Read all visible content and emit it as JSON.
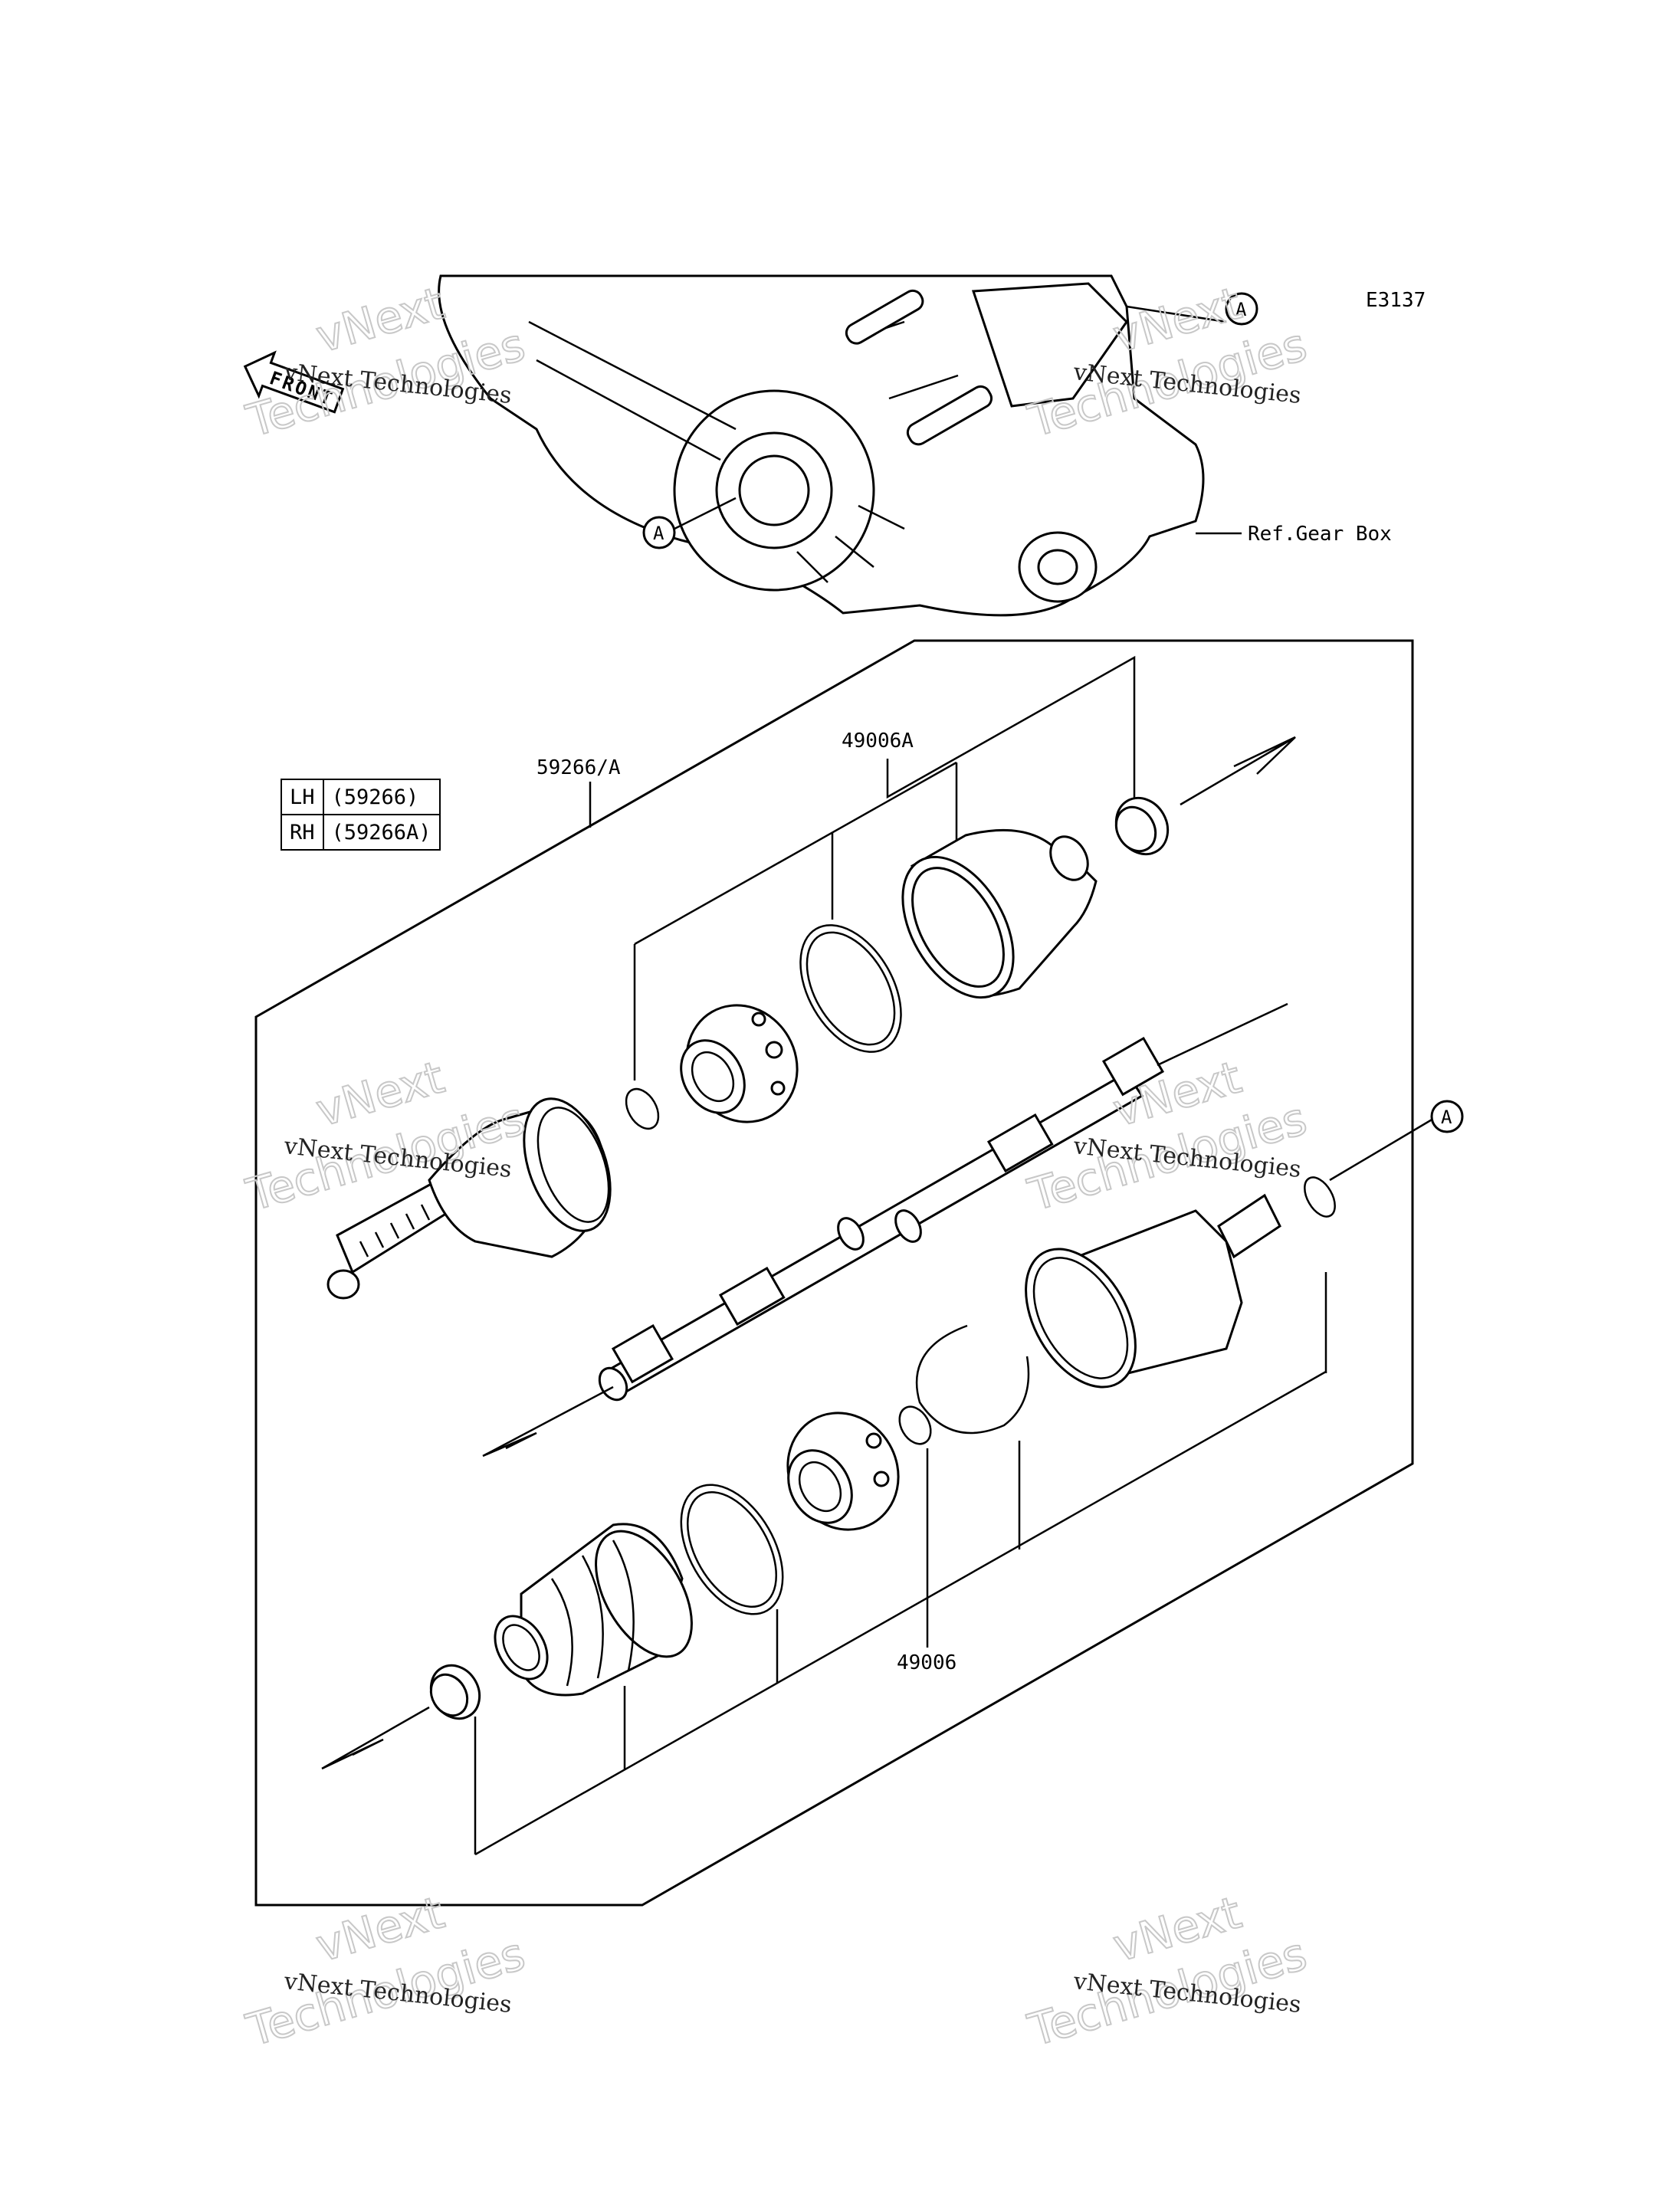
{
  "diagram_code": "E3137",
  "callout_letter": "A",
  "reference_label": "Ref.Gear Box",
  "front_label": "FRONT",
  "part_numbers": {
    "axle_assembly": "59266/A",
    "boot_kit_outer": "49006A",
    "boot_kit_inner": "49006"
  },
  "side_table": [
    {
      "side": "LH",
      "part": "(59266)"
    },
    {
      "side": "RH",
      "part": "(59266A)"
    }
  ],
  "watermark": {
    "line": "vNext Technologies",
    "big_top": "vNext",
    "big_bottom": "Technologies"
  }
}
